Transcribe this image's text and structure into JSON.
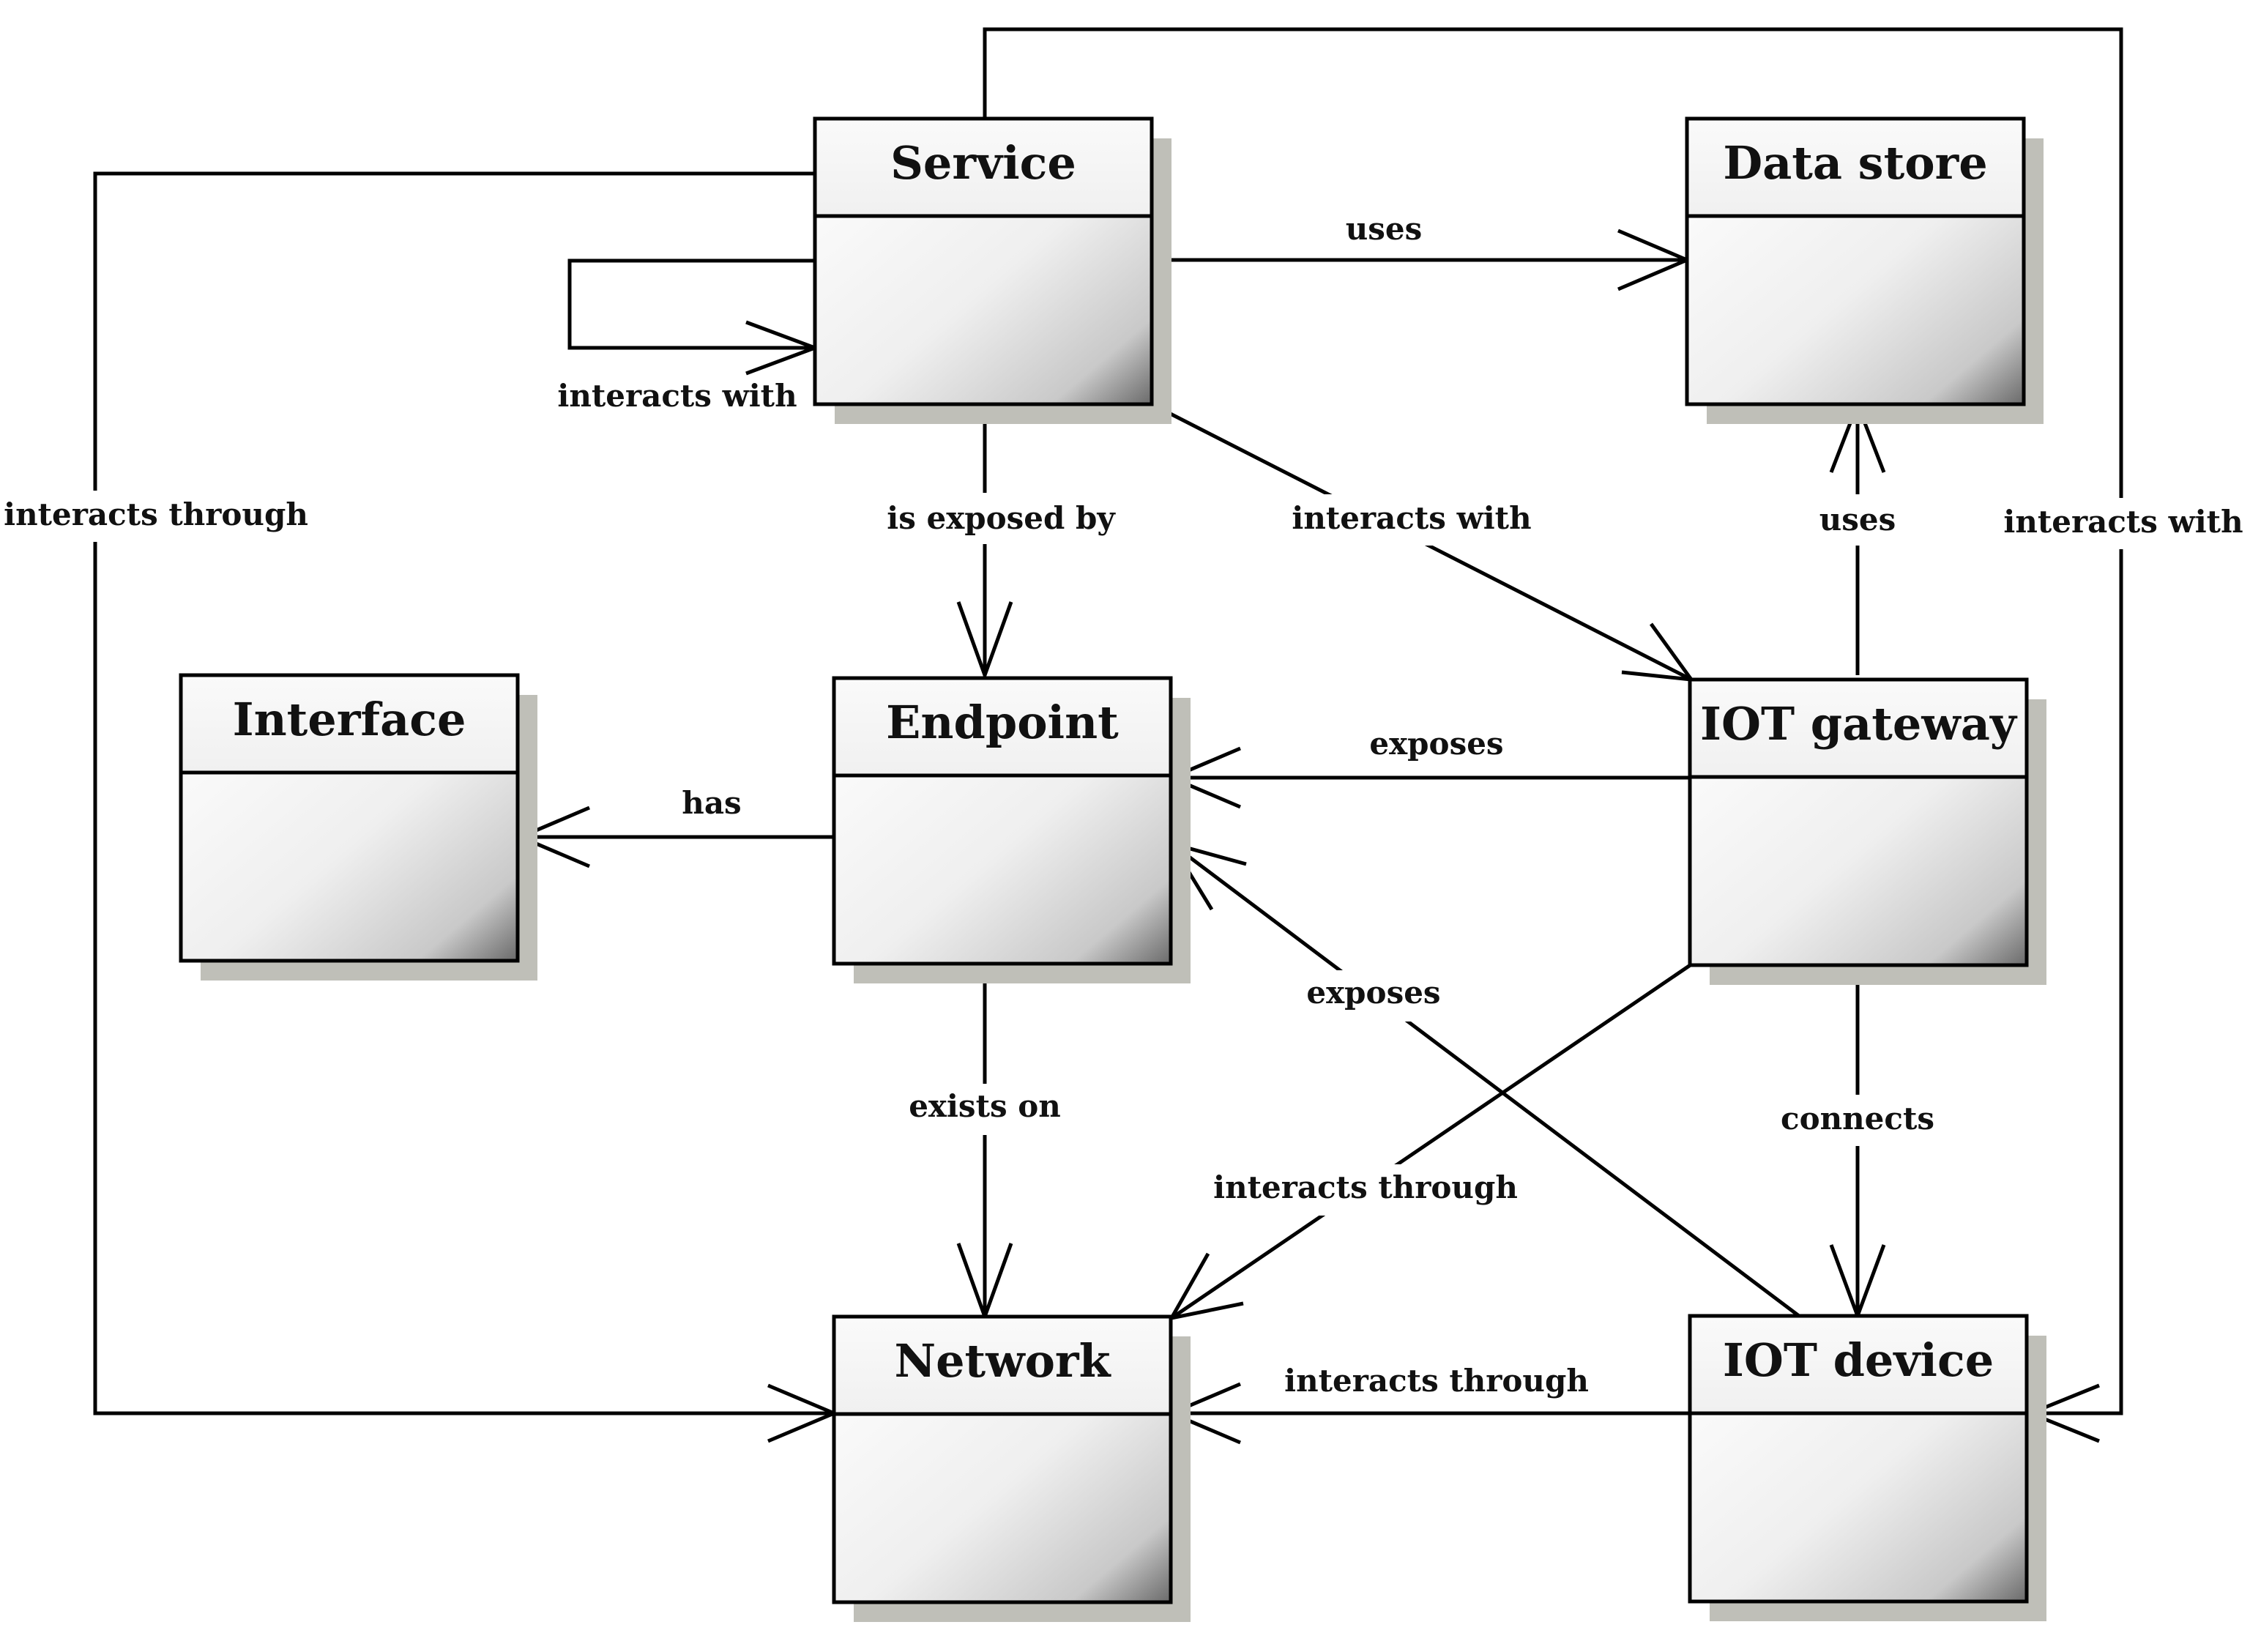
{
  "classes": {
    "service": "Service",
    "data_store": "Data store",
    "interface": "Interface",
    "endpoint": "Endpoint",
    "iot_gateway": "IOT gateway",
    "network": "Network",
    "iot_device": "IOT device"
  },
  "relations": {
    "service_uses_data_store": "uses",
    "service_self_interacts": "interacts with",
    "service_interacts_through_network": "interacts through",
    "service_exposed_by_endpoint": "is exposed by",
    "service_interacts_with_gateway": "interacts with",
    "gateway_uses_data_store": "uses",
    "service_interacts_with_device": "interacts with",
    "endpoint_has_interface": "has",
    "gateway_exposes_endpoint": "exposes",
    "device_exposes_endpoint": "exposes",
    "endpoint_exists_on_network": "exists on",
    "gateway_interacts_through_network": "interacts through",
    "gateway_connects_device": "connects",
    "device_interacts_through_network": "interacts through"
  }
}
